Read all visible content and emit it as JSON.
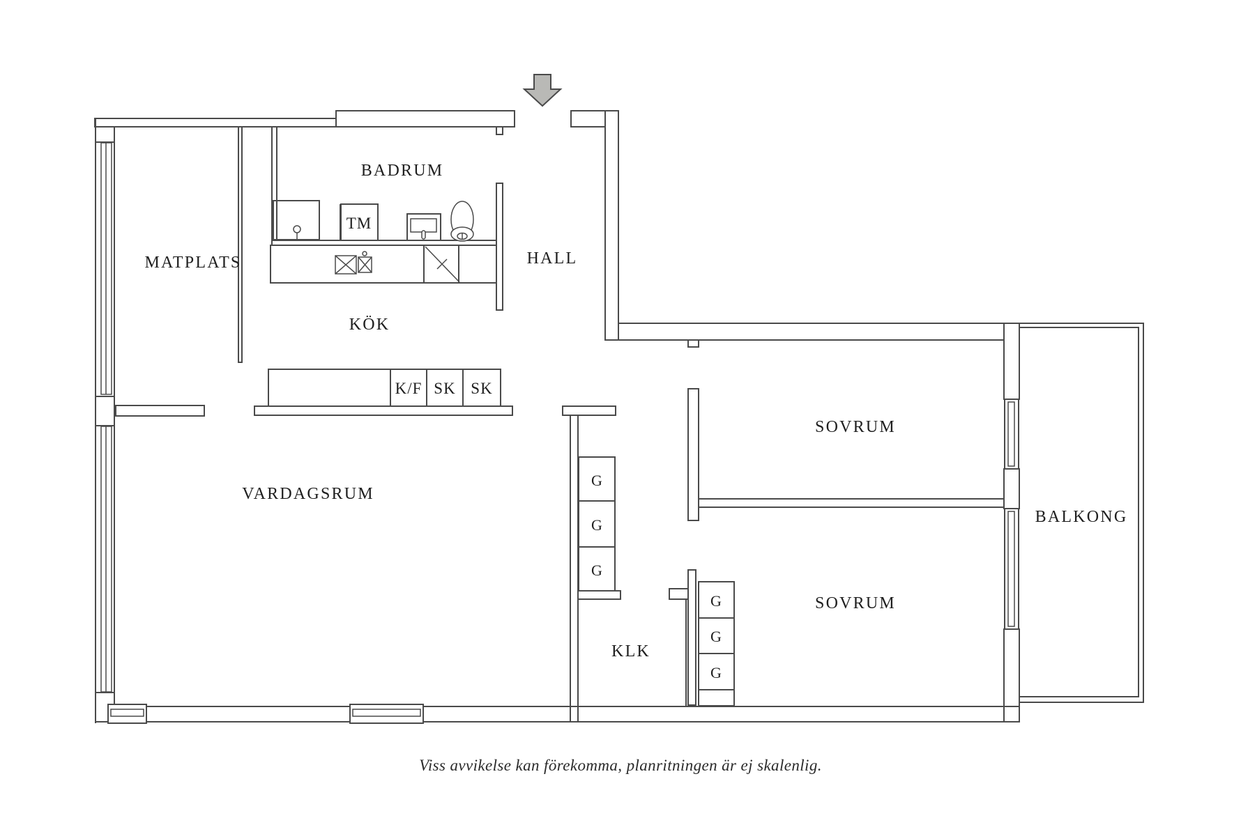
{
  "rooms": {
    "badrum": "BADRUM",
    "matplats": "MATPLATS",
    "hall": "HALL",
    "kok": "KÖK",
    "vardagsrum": "VARDAGSRUM",
    "sovrum_top": "SOVRUM",
    "sovrum_bottom": "SOVRUM",
    "balkong": "BALKONG",
    "klk": "KLK"
  },
  "fixtures": {
    "washing_machine": "TM",
    "fridge_freezer": "K/F",
    "cabinet_1": "SK",
    "cabinet_2": "SK"
  },
  "wardrobes": {
    "hall_column": [
      "G",
      "G",
      "G"
    ],
    "bedroom_column": [
      "G",
      "G",
      "G"
    ]
  },
  "icons": {
    "entrance_arrow": "down-arrow"
  },
  "footer": {
    "disclaimer": "Viss avvikelse kan förekomma, planritningen är ej skalenlig."
  },
  "colors": {
    "line": "#4a4a4a",
    "arrow_fill": "#b9b9b6",
    "background": "#ffffff",
    "text": "#1f1f1f"
  }
}
